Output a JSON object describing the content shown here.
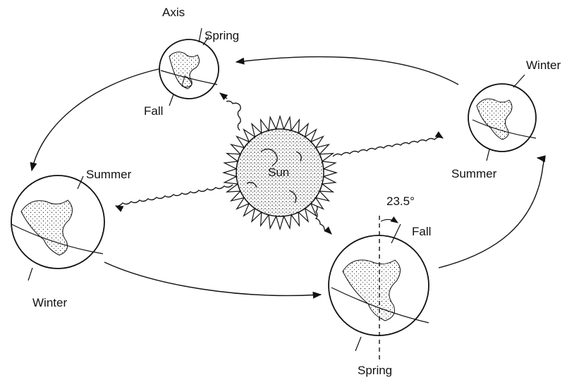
{
  "labels": {
    "axis": "Axis",
    "sun": "Sun",
    "degrees": "23.5°",
    "top_spring": "Spring",
    "top_fall": "Fall",
    "right_winter": "Winter",
    "right_summer": "Summer",
    "left_summer": "Summer",
    "left_winter": "Winter",
    "bottom_fall": "Fall",
    "bottom_spring": "Spring"
  }
}
